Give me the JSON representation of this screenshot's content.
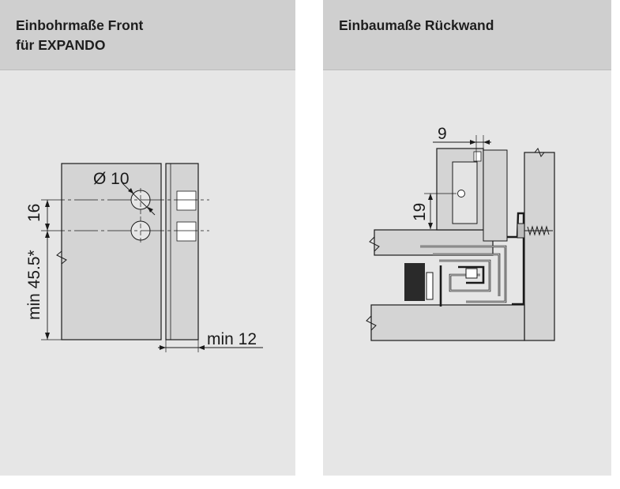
{
  "left_panel": {
    "title_line1": "Einbohrmaße Front",
    "title_line2": "für EXPANDO",
    "labels": {
      "diameter": "Ø 10",
      "dim_16": "16",
      "dim_min_45_5": "min 45.5*",
      "dim_min_12": "min 12"
    }
  },
  "right_panel": {
    "title": "Einbaumaße Rückwand",
    "labels": {
      "dim_9": "9",
      "dim_19": "19"
    }
  },
  "colors": {
    "panel_bg": "#e6e6e6",
    "header_bg": "#cfcfcf",
    "line": "#1a1a1a",
    "part_fill": "#d4d4d4"
  }
}
